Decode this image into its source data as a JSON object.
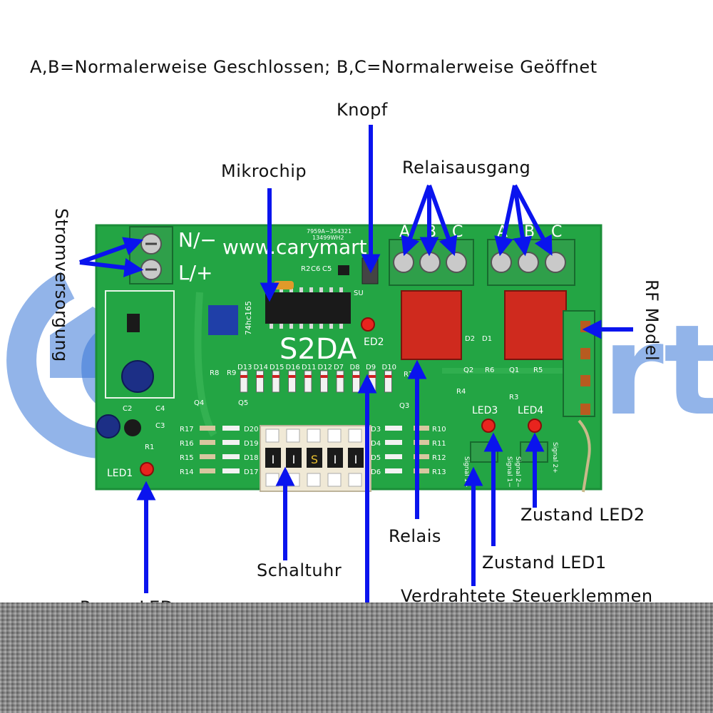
{
  "header": {
    "note": "A,B=Normalerweise Geschlossen; B,C=Normalerweise Geöffnet"
  },
  "labels": {
    "button": "Knopf",
    "microchip": "Mikrochip",
    "relay_output": "Relaisausgang",
    "power_supply": "Stromversorgung",
    "rf_model": "RF Model",
    "relay": "Relais",
    "timer_switch": "Schaltuhr",
    "status_led1": "Zustand LED1",
    "status_led2": "Zustand LED2",
    "wired_terminals": "Verdrahtete Steuerklemmen",
    "power_led": "Power LED"
  },
  "board": {
    "terminal_n": "N/−",
    "terminal_l": "L/+",
    "website": "www.carymart.",
    "model": "S2DA",
    "relay_terminals": [
      "A",
      "B",
      "C",
      "A",
      "B",
      "C"
    ],
    "chip_label": "74hc165",
    "chip_codes": [
      "7959A−354321",
      "13499WH2"
    ],
    "led_labels": [
      "LED1",
      "ED2",
      "LED3",
      "LED4"
    ],
    "diode_labels": [
      "D13",
      "D14",
      "D15",
      "D16",
      "D11",
      "D12",
      "D7",
      "D8",
      "D9",
      "D10"
    ],
    "resistors_left": [
      "R17",
      "R16",
      "R15",
      "R14"
    ],
    "diodes_left": [
      "D20",
      "D19",
      "D18",
      "D17"
    ],
    "resistors_right": [
      "R10",
      "R11",
      "R12",
      "R13"
    ],
    "diodes_right": [
      "D3",
      "D4",
      "D5",
      "D6"
    ],
    "dip_marks": [
      "I",
      "I",
      "S",
      "I",
      "I"
    ],
    "misc_labels": [
      "R8",
      "R9",
      "Q4",
      "Q5",
      "C2",
      "C4",
      "C3",
      "R1",
      "R2",
      "C6",
      "C5",
      "SU",
      "D2",
      "D1",
      "Q2",
      "R6",
      "Q1",
      "R5",
      "R4",
      "R3",
      "R7",
      "Q3"
    ],
    "signal_labels": [
      "Signal 1+",
      "Signal 1−",
      "Signal 2−",
      "Signal 2+"
    ]
  },
  "watermark": "CaryMart",
  "colors": {
    "board": "#23a544",
    "board_edge": "#1b8e39",
    "arrow": "#0a14ee",
    "terminal": "#2f9f4a",
    "watermark": "#3a78d8",
    "noise": "#8a8a8a"
  }
}
